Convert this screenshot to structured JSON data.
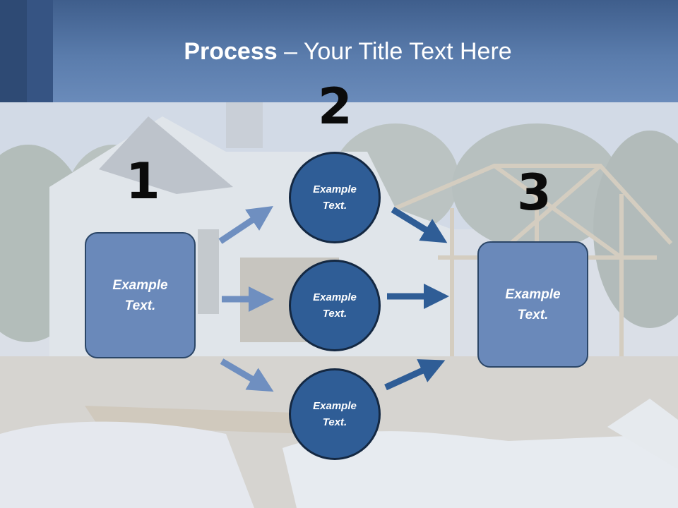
{
  "title": {
    "bold": "Process",
    "rest": " – Your Title Text Here"
  },
  "steps": [
    {
      "number": "1"
    },
    {
      "number": "2"
    },
    {
      "number": "3"
    }
  ],
  "left_box": {
    "text": "Example\nText."
  },
  "right_box": {
    "text": "Example\nText."
  },
  "circles": [
    {
      "text": "Example\nText."
    },
    {
      "text": "Example\nText."
    },
    {
      "text": "Example\nText."
    }
  ],
  "colors": {
    "header": "#5a7cac",
    "box_fill": "#6a89ba",
    "circle_fill": "#2f5d96",
    "arrow_light": "#6f8fc0",
    "arrow_dark": "#2f5d96"
  }
}
